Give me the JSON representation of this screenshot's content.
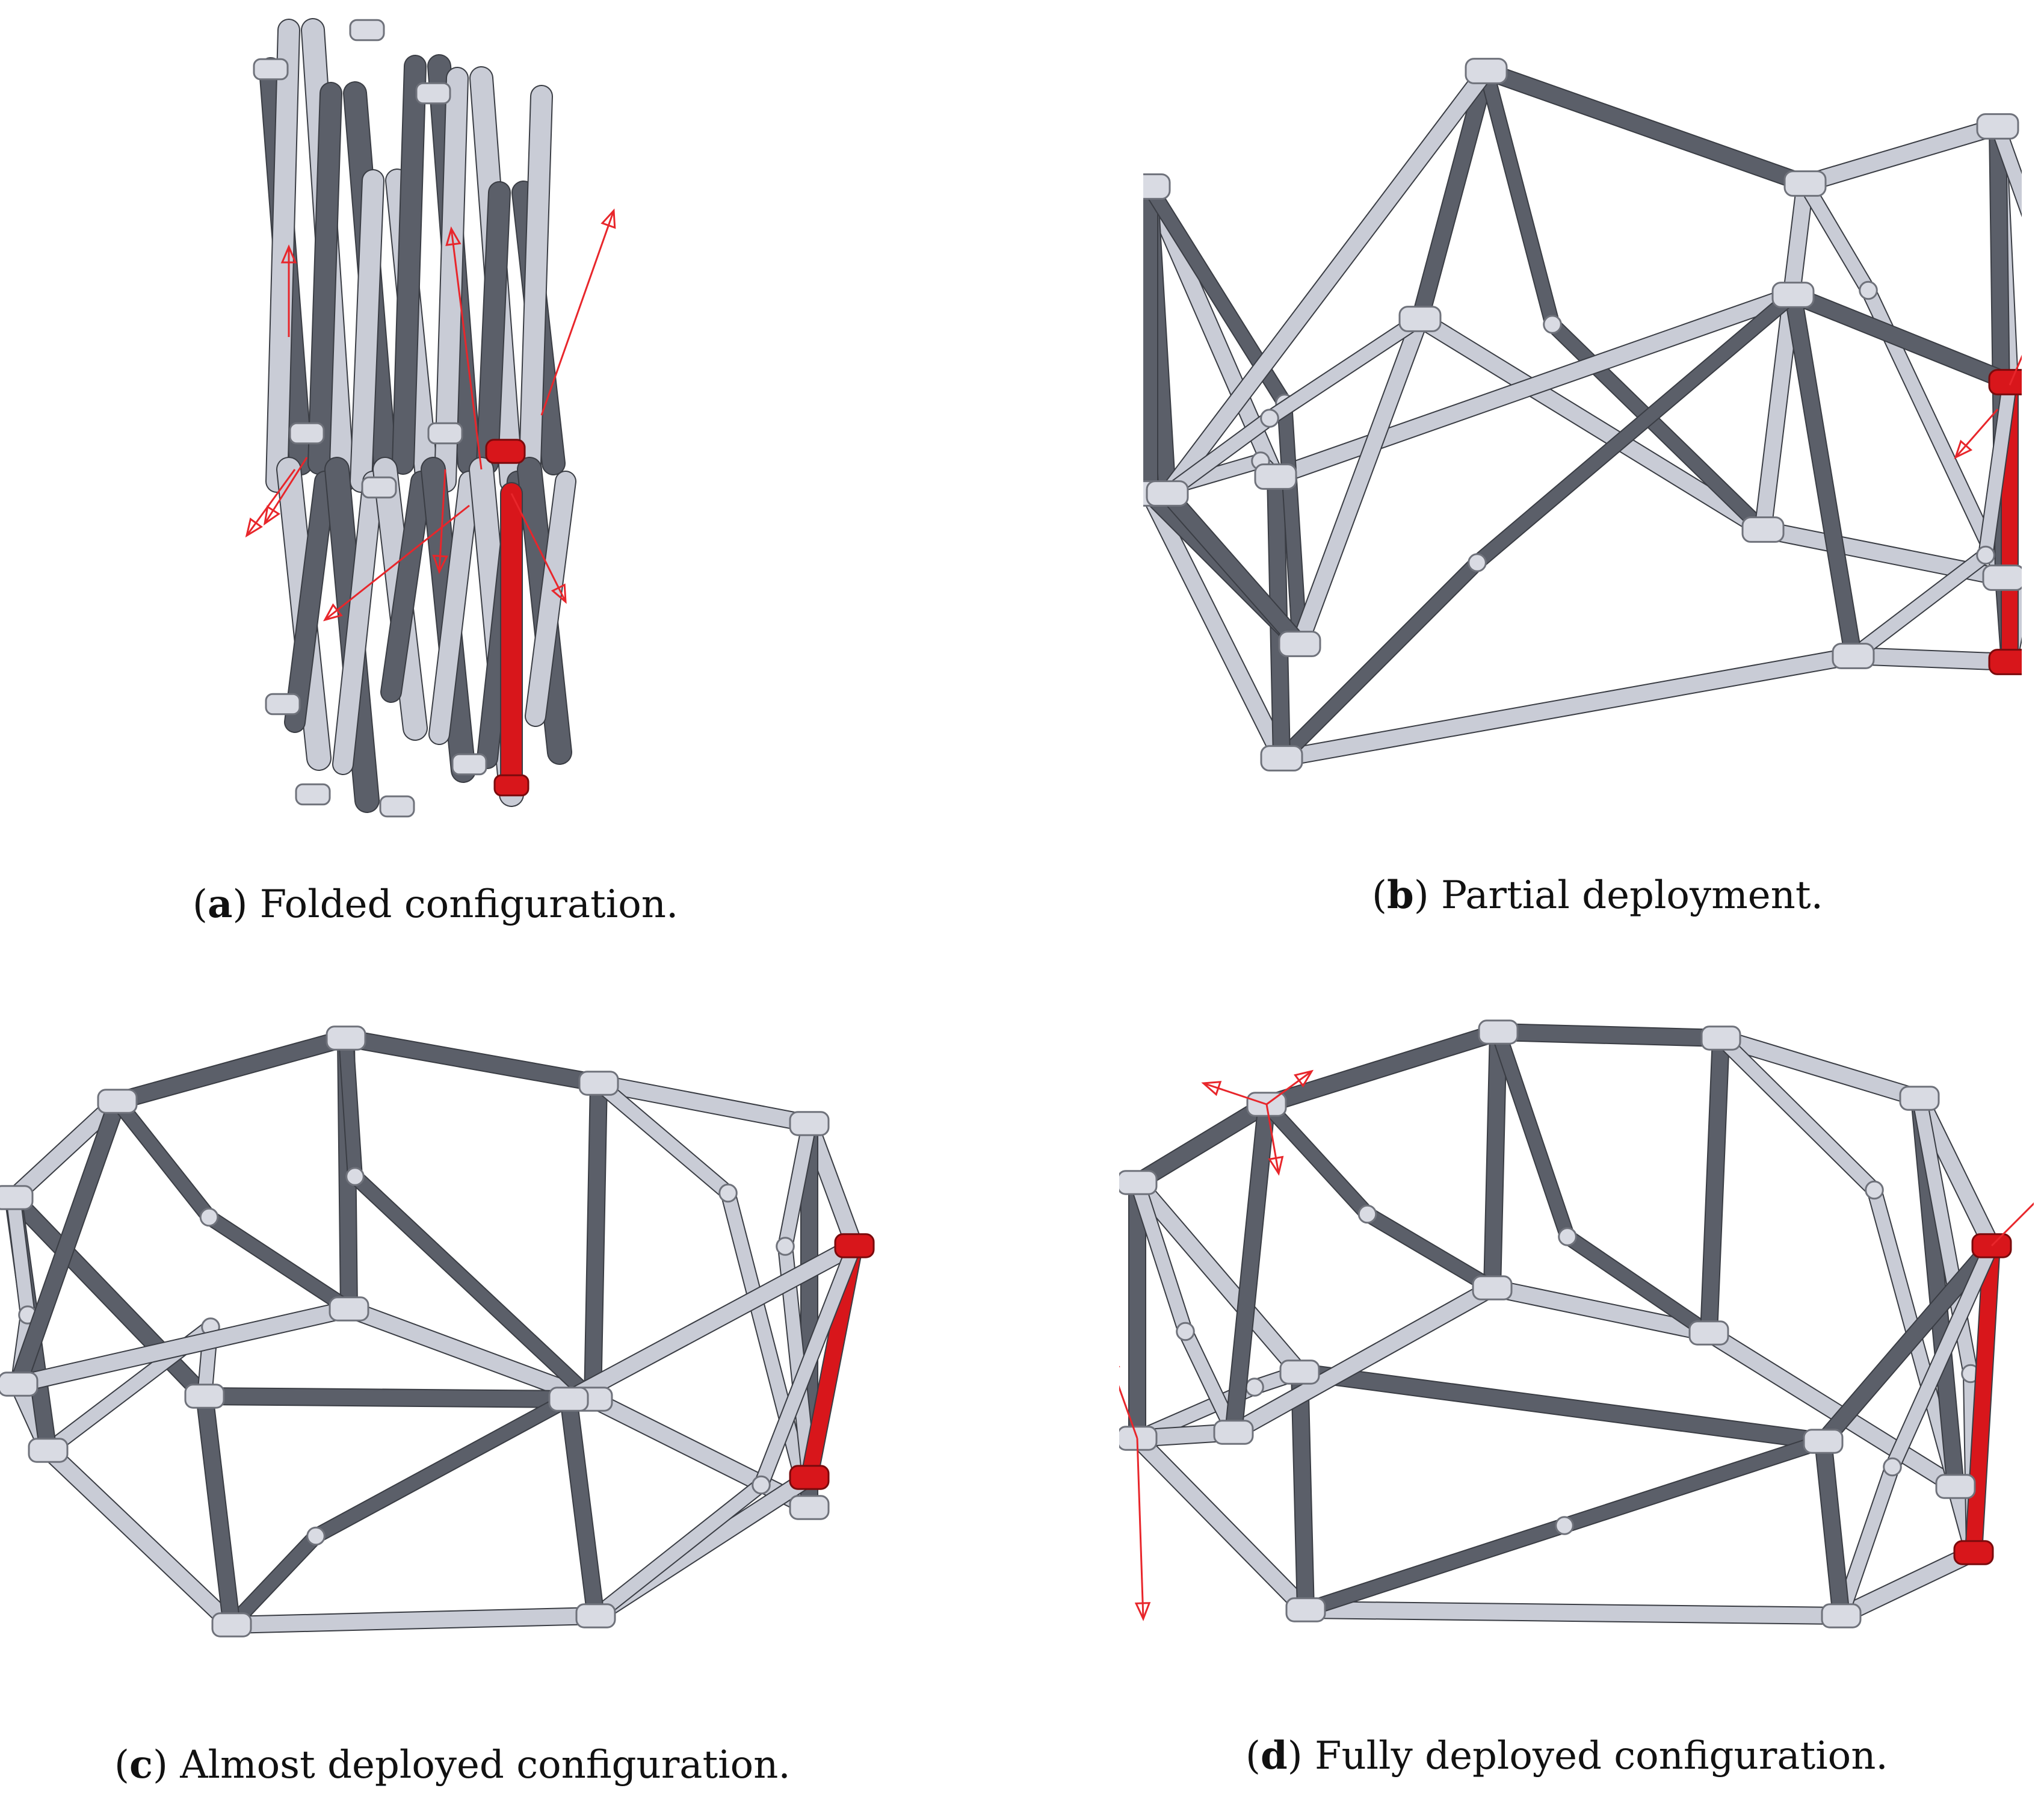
{
  "figure": {
    "panels": [
      {
        "id": "a",
        "letter": "a",
        "text": "Folded configuration."
      },
      {
        "id": "b",
        "letter": "b",
        "text": "Partial deployment."
      },
      {
        "id": "c",
        "letter": "c",
        "text": "Almost deployed configuration."
      },
      {
        "id": "d",
        "letter": "d",
        "text": "Fully deployed configuration."
      }
    ],
    "colors": {
      "bar_dark": "#5b5f69",
      "bar_light": "#c9ccd6",
      "joint": "#d9dbe3",
      "highlight_bar": "#d8161b",
      "force_arrow": "#e8262b"
    }
  }
}
